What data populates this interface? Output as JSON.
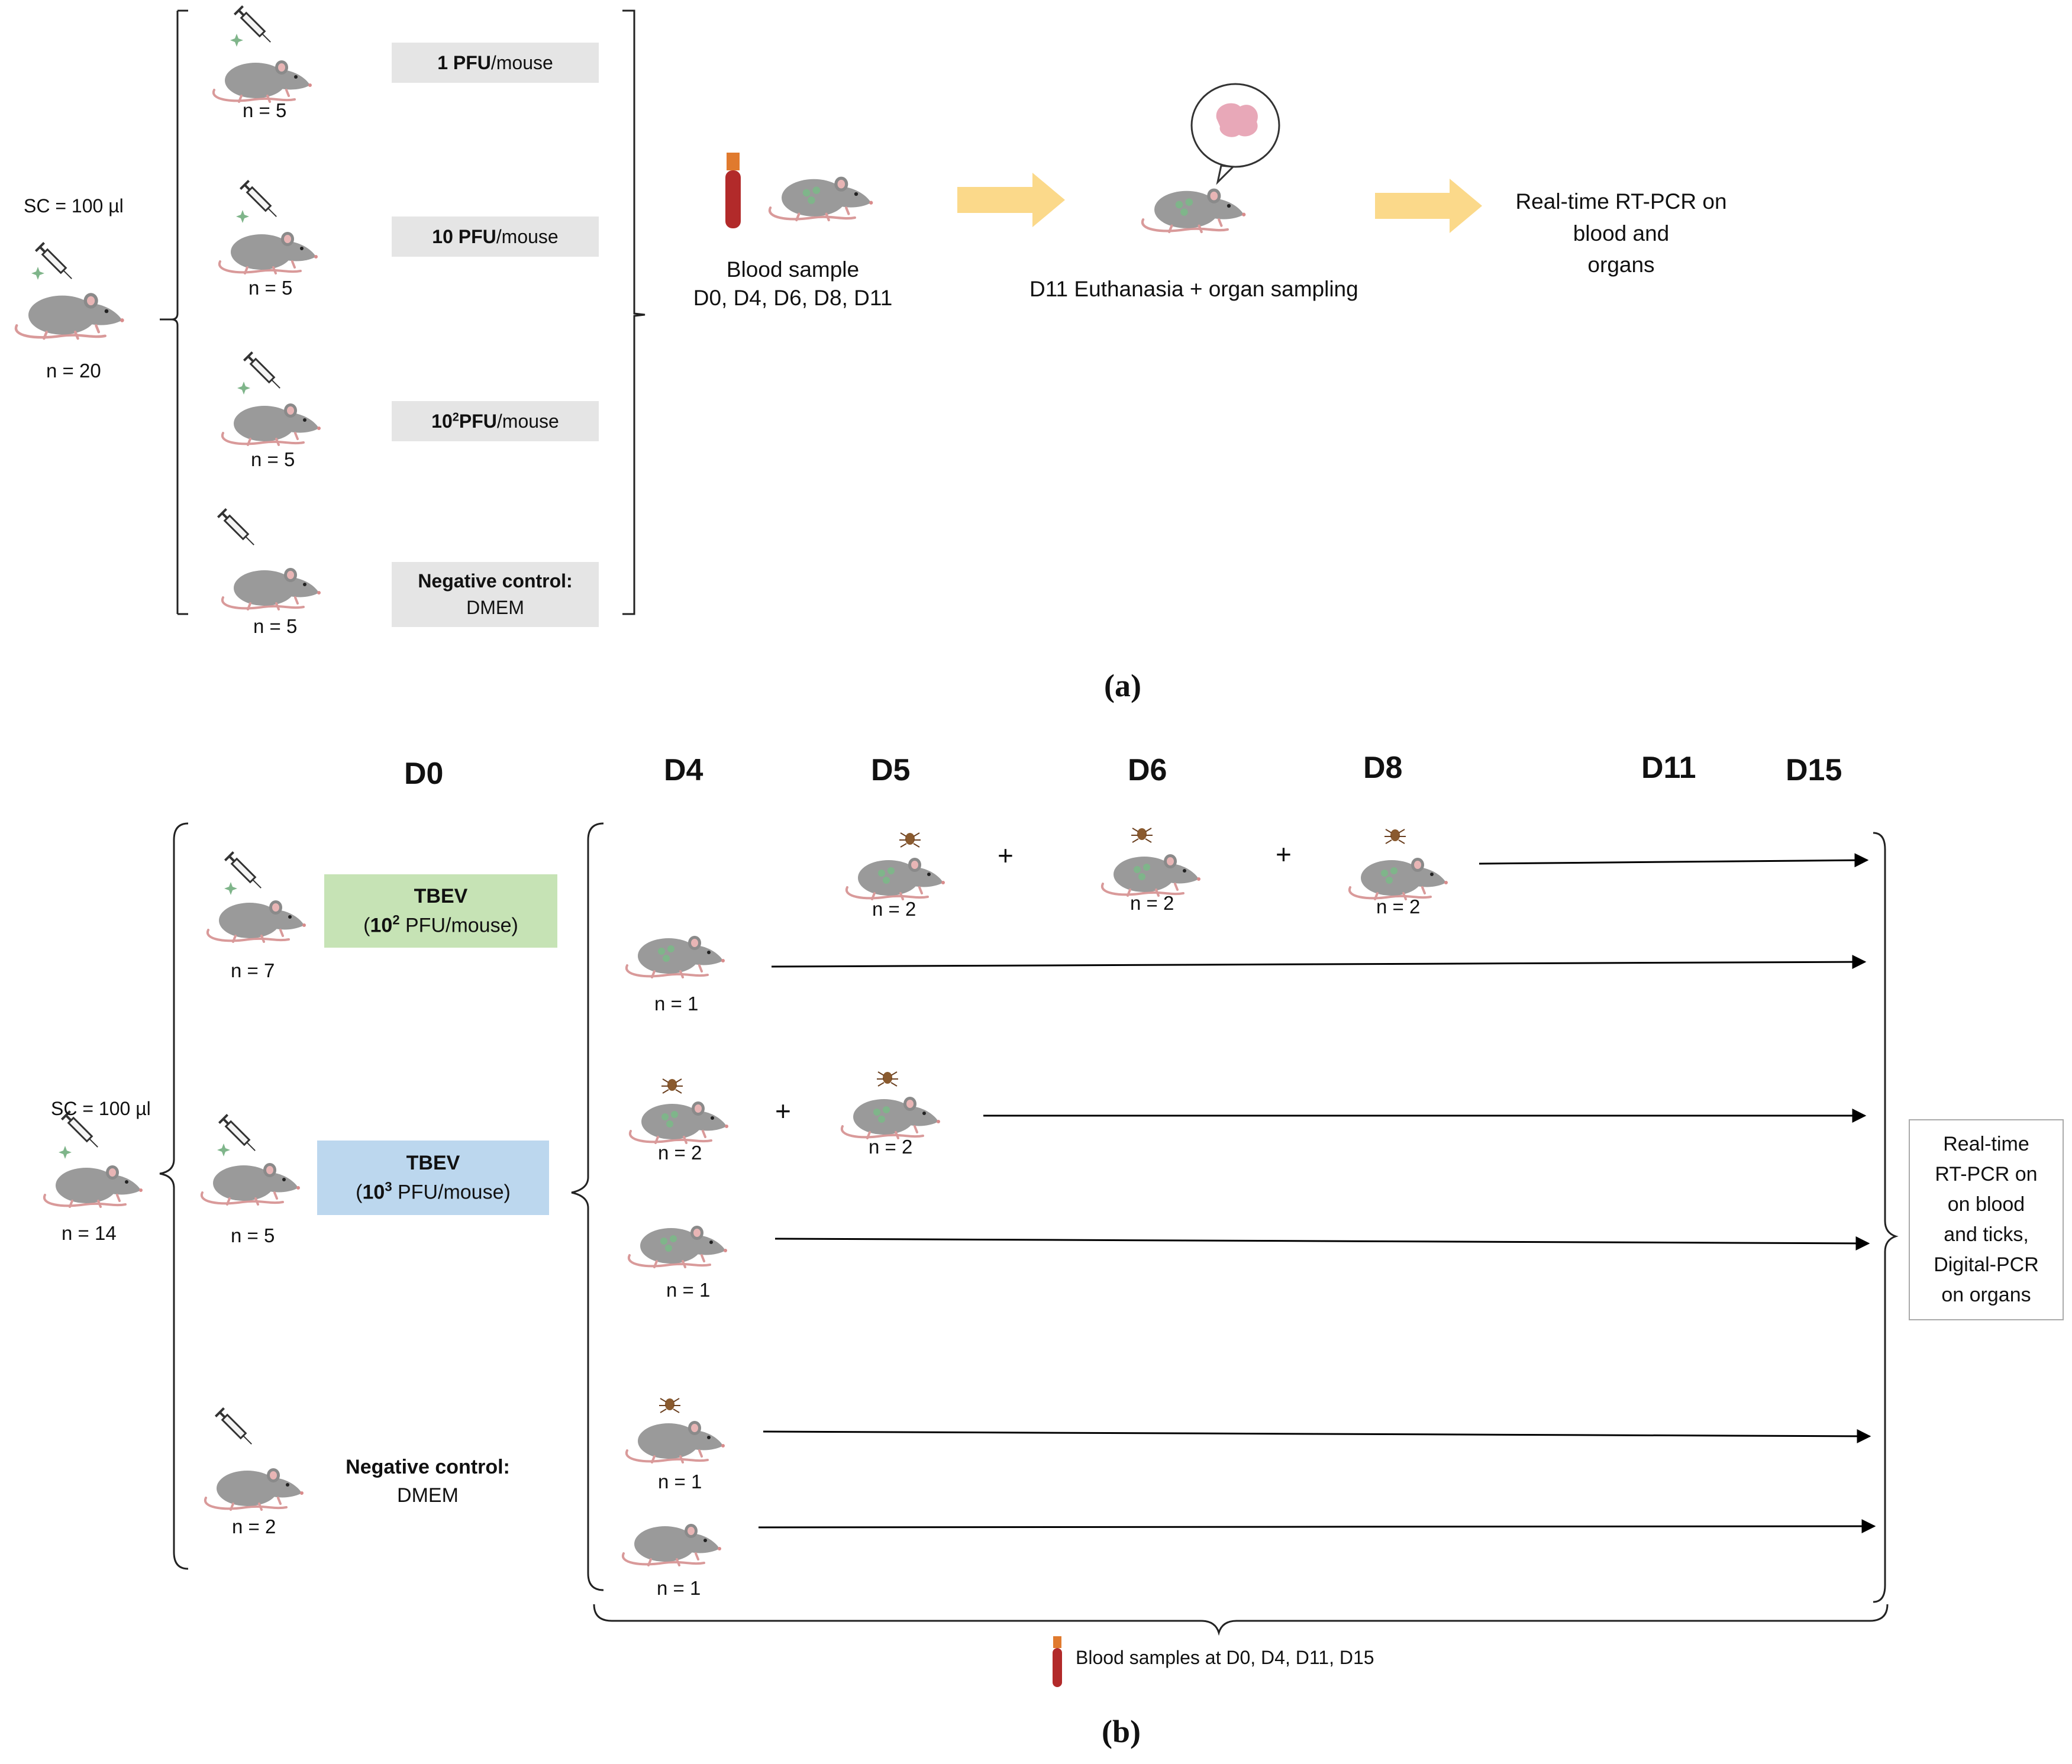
{
  "panel_a": {
    "label": "(a)",
    "injection": "SC = 100 µl",
    "total": "n = 20",
    "groups": [
      {
        "dose_main": "1 PFU",
        "dose_unit": "/mouse",
        "n": "n = 5"
      },
      {
        "dose_main": "10 PFU",
        "dose_unit": "/mouse",
        "n": "n = 5"
      },
      {
        "dose_main": "10",
        "dose_sup": "2",
        "dose_pfu": " PFU",
        "dose_unit": "/mouse",
        "n": "n = 5"
      },
      {
        "dose_main": "Negative control:",
        "dose_unit": "DMEM",
        "n": "n = 5"
      }
    ],
    "blood_sample": [
      "Blood sample",
      "D0, D4, D6, D8, D11"
    ],
    "euthanasia": "D11 Euthanasia + organ sampling",
    "final": [
      "Real-time RT-PCR on",
      "blood and",
      "organs"
    ]
  },
  "panel_b": {
    "label": "(b)",
    "days": [
      "D0",
      "D4",
      "D5",
      "D6",
      "D8",
      "D11",
      "D15"
    ],
    "injection": "SC = 100 µl",
    "total": "n = 14",
    "groups": [
      {
        "name": "TBEV",
        "dose_pre": "(",
        "dose_num": "10",
        "dose_sup": "2",
        "dose_post": " PFU/mouse)",
        "n": "n = 7",
        "color": "#c6e3b5"
      },
      {
        "name": "TBEV",
        "dose_pre": "(",
        "dose_num": "10",
        "dose_sup": "3",
        "dose_post": " PFU/mouse)",
        "n": "n = 5",
        "color": "#bcd7ee"
      },
      {
        "name": "Negative control:",
        "sub": "DMEM",
        "n": "n = 2"
      }
    ],
    "subgroups": {
      "row1": [
        "n = 2",
        "n = 2",
        "n = 2"
      ],
      "row2": "n = 1",
      "row3": [
        "n = 2",
        "n = 2"
      ],
      "row4": "n = 1",
      "row5": "n = 1",
      "row6": "n = 1"
    },
    "plus": "+",
    "final": [
      "Real-time",
      "RT-PCR on",
      "on blood",
      "and ticks,",
      "Digital-PCR",
      "on organs"
    ],
    "blood_samples": "Blood samples at D0, D4, D11, D15"
  },
  "colors": {
    "mouse_body": "#9a9a9a",
    "mouse_tail": "#e0a8a8",
    "virus": "#7fb58a",
    "tick": "#8a5a2e",
    "arrow": "#fbd98a",
    "tube": "#b22a2a",
    "brain": "#e8a8b8"
  }
}
